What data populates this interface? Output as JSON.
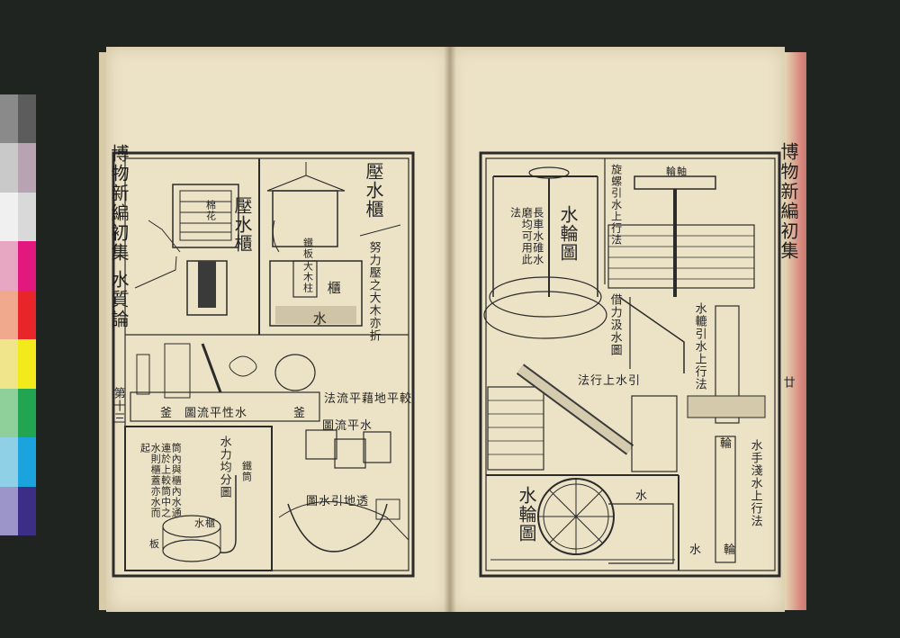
{
  "colors": {
    "background": "#1f2421",
    "paper": "#ece2c6",
    "ink": "#262626",
    "page_edge_red": "#d98a80"
  },
  "calibration_strip": {
    "swatches": [
      "#8a8a8a",
      "#5c5c5c",
      "#c9c9c9",
      "#b7a3b1",
      "#f0f0f0",
      "#d9d9d9",
      "#e7a7c2",
      "#e3187e",
      "#f0a98c",
      "#e8262a",
      "#f0e58a",
      "#f2ea1a",
      "#8ecf9a",
      "#22a551",
      "#8fd0e6",
      "#1aa3dc",
      "#9c95c9",
      "#3c2d86"
    ]
  },
  "left_page": {
    "margin_title": "博物新編初集",
    "section_title": "水質論",
    "folio": "第十三",
    "labels": {
      "press_pump": "壓水櫃",
      "cotton": "棉花",
      "water_press": "壓水櫃",
      "force_note": "努力壓之大木亦折",
      "iron_plate": "鐵板",
      "big_post": "大木柱",
      "tank": "櫃",
      "water": "水",
      "level_title": "水性平流圖",
      "vessel_left": "釜",
      "vessel_right": "釜",
      "surface_note": "較平地藉平流法",
      "level_note": "水平流圖",
      "even_title": "水力均分圖",
      "even_note": "筒內與櫃內水通連於上較筒中之水則櫃蓋亦水而起",
      "iron_tube": "鐵筒",
      "tank2": "水櫃",
      "board": "板",
      "sp_title": "透地引水圖"
    }
  },
  "right_page": {
    "margin_title": "博物新編初集",
    "folio": "廿",
    "labels": {
      "waterwheel_title": "水輪圖",
      "waterwheel_note": "長車水碓水磨均可用此法",
      "spiral_note": "旋螺引水上行法",
      "axle": "輪軸",
      "helper_title": "借力汲水圖",
      "chain_note": "水轆引水上行法",
      "screw_note": "引水上行法",
      "wheel": "輪",
      "big_wheel_title": "水輪圖",
      "big_wheel_label": "水",
      "hand_note": "水手淺水上行法",
      "water": "水",
      "wheel2": "輪"
    }
  }
}
